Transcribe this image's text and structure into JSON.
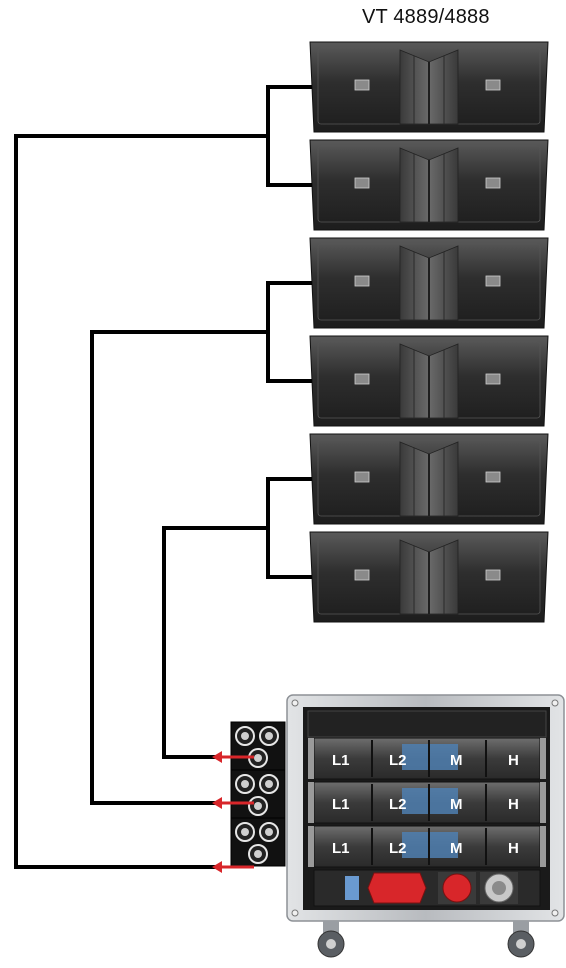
{
  "title": "VT 4889/4888",
  "speaker_count": 6,
  "amplifier_channel_labels": [
    "L1",
    "L2",
    "M",
    "H"
  ],
  "amplifier_count": 3,
  "colors": {
    "cable": "#000000",
    "signal_arrow": "#d8262a",
    "rack_frame": "#c9ccd0",
    "speaker_body": "#2c2c2c",
    "power_connector": "#d8262a",
    "amp_display": "#4f7fb0"
  }
}
